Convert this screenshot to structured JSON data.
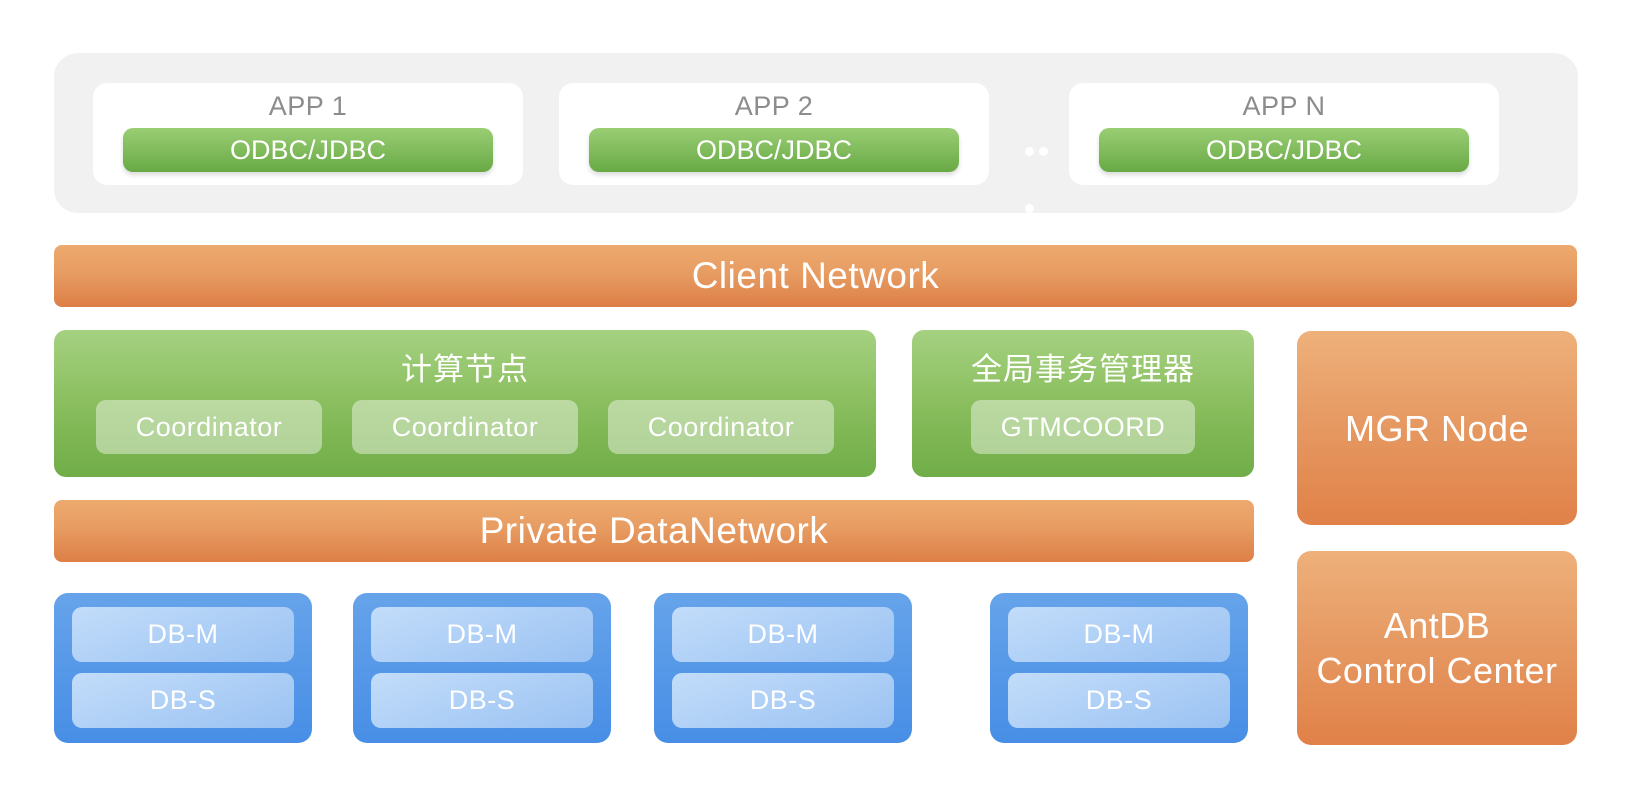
{
  "apps_layer": {
    "cards": [
      {
        "title": "APP 1",
        "connector": "ODBC/JDBC"
      },
      {
        "title": "APP 2",
        "connector": "ODBC/JDBC"
      },
      {
        "title": "APP N",
        "connector": "ODBC/JDBC"
      }
    ],
    "ellipsis_icon": "ellipsis-dots"
  },
  "client_network": {
    "label": "Client Network"
  },
  "compute_node": {
    "title": "计算节点",
    "coordinators": [
      "Coordinator",
      "Coordinator",
      "Coordinator"
    ]
  },
  "gtm": {
    "title": "全局事务管理器",
    "node": "GTMCOORD"
  },
  "mgr_node": {
    "label": "MGR Node"
  },
  "private_network": {
    "label": "Private DataNetwork"
  },
  "data_node_groups": [
    {
      "master": "DB-M",
      "standby": "DB-S"
    },
    {
      "master": "DB-M",
      "standby": "DB-S"
    },
    {
      "master": "DB-M",
      "standby": "DB-S"
    },
    {
      "master": "DB-M",
      "standby": "DB-S"
    }
  ],
  "control_center": {
    "line1": "AntDB",
    "line2": "Control Center"
  },
  "colors": {
    "panel_gray": "#f1f1f2",
    "app_title_gray": "#8c8c8c",
    "green_pill_top": "#9ace74",
    "green_pill_bottom": "#68a945",
    "green_box_top": "#a5d181",
    "green_box_bottom": "#70ad48",
    "orange_top": "#edaa6e",
    "orange_bottom": "#dd7f47",
    "orange_box_top": "#eeb07a",
    "orange_box_bottom": "#e08148",
    "blue_box_top": "#66a3ea",
    "blue_box_bottom": "#478ee6",
    "blue_pill_top": "#c3ddfa",
    "blue_pill_bottom": "#9ac2f2",
    "text_white": "#ffffff"
  }
}
